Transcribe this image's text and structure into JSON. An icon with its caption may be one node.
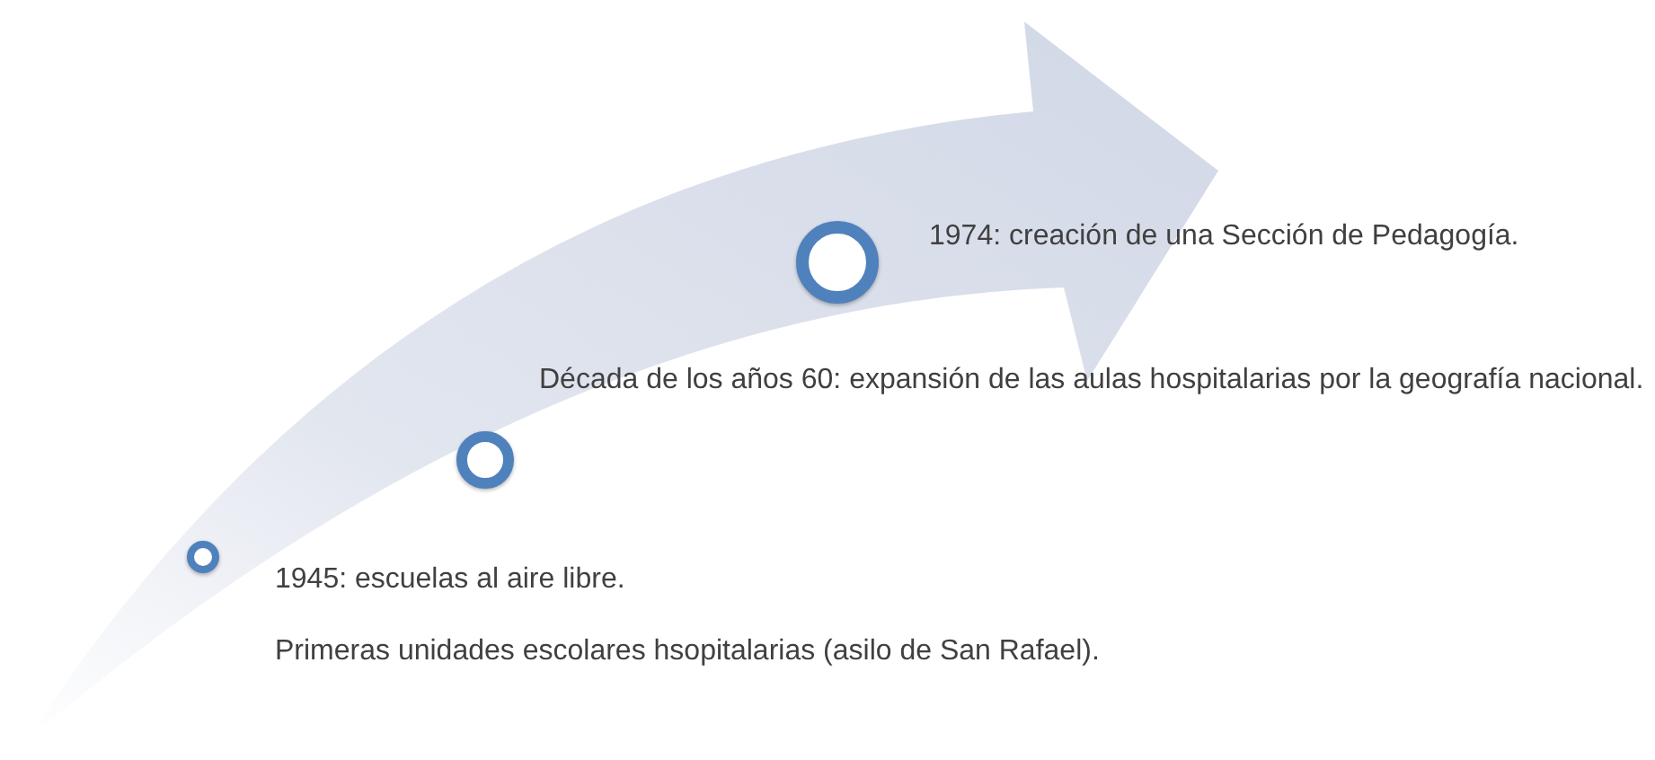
{
  "diagram": {
    "nodes": [
      {
        "text": [],
        "shape": "circle",
        "beside": [
          "1945: escuelas al aire libre.",
          "Primeras unidades escolares hsopitalarias (asilo de San Rafael)."
        ]
      },
      {
        "text": [],
        "shape": "circle",
        "beside": [
          "Década de los años 60: expansión de las aulas hospitalarias por la geografía nacional."
        ]
      },
      {
        "text": [],
        "shape": "circle",
        "beside": [
          "1974: creación de una Sección de Pedagogía."
        ]
      }
    ]
  }
}
